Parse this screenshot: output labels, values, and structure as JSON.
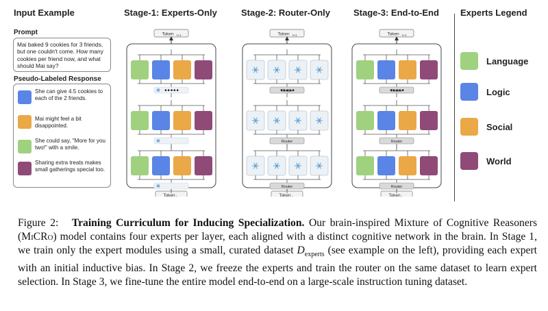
{
  "input_example": {
    "title": "Input Example",
    "prompt_label": "Prompt",
    "prompt_text": "Mai baked 9 cookies for 3 friends, but one couldn't come. How many cookies per friend now, and what should Mai say?",
    "response_label": "Pseudo-Labeled Response",
    "responses": [
      {
        "expert": "logic",
        "text": "She can give 4.5 cookies to each of the 2 friends."
      },
      {
        "expert": "social",
        "text": "Mai might feel a bit disappointed."
      },
      {
        "expert": "language",
        "text": "She could say, \"More for you two!\" with a smile."
      },
      {
        "expert": "world",
        "text": "Sharing extra treats makes small gatherings special too."
      }
    ]
  },
  "colors": {
    "language": "#9fd17f",
    "logic": "#5a85e6",
    "social": "#eaa847",
    "world": "#8f4a78",
    "frozen_fill": "#ecf1f6",
    "router_fill": "#d9d9d9"
  },
  "stages": [
    {
      "title": "Stage-1: Experts-Only",
      "mode": "experts",
      "icons": [
        "snowflake-icon",
        "fire-icon"
      ]
    },
    {
      "title": "Stage-2: Router-Only",
      "mode": "router",
      "icons": [
        "snowflake-icon",
        "fire-icon"
      ]
    },
    {
      "title": "Stage-3: End-to-End",
      "mode": "all",
      "icons": [
        "fire-icon"
      ]
    }
  ],
  "token_top": "Token",
  "token_top_sub": "t+1",
  "token_bottom": "Token",
  "token_bottom_sub": "t",
  "router_label": "Router",
  "ellipsis": "•••••",
  "legend": {
    "title": "Experts Legend",
    "items": [
      {
        "key": "language",
        "label": "Language"
      },
      {
        "key": "logic",
        "label": "Logic"
      },
      {
        "key": "social",
        "label": "Social"
      },
      {
        "key": "world",
        "label": "World"
      }
    ]
  },
  "caption": {
    "figure_label": "Figure 2:",
    "bold_title": "Training Curriculum for Inducing Specialization.",
    "text_1": "Our brain-inspired Mixture of Cognitive Reasoners (",
    "model_name": "MiCRo",
    "text_2": ") model contains four experts per layer, each aligned with a distinct cognitive network in the brain. In Stage 1, we train only the expert modules using a small, curated dataset ",
    "dataset_symbol": "D",
    "dataset_sub": "experts",
    "text_3": " (see example on the left), providing each expert with an initial inductive bias. In Stage 2, we freeze the experts and train the router on the same dataset to learn expert selection. In Stage 3, we fine-tune the entire model end-to-end on a large-scale instruction tuning dataset."
  }
}
